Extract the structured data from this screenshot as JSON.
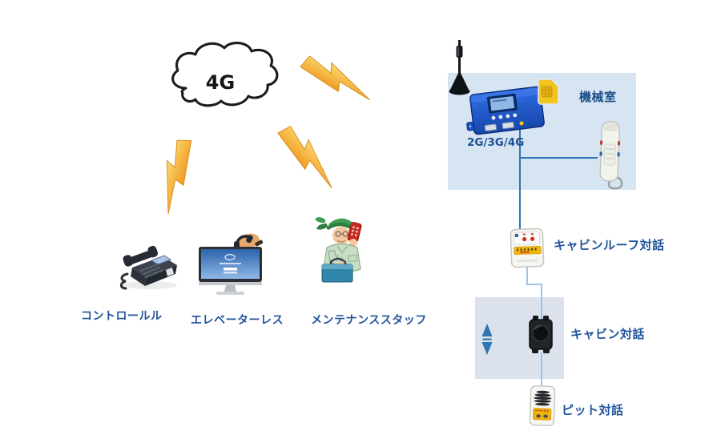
{
  "cloud": {
    "label": "4G"
  },
  "left_group": {
    "control_label": "コントロールル",
    "monitor_label": "エレベーターレス",
    "staff_label": "メンテナンススタッフ"
  },
  "machine_room": {
    "room_label": "機械室",
    "network_label": "2G/3G/4G"
  },
  "shaft": {
    "cabin_roof_label": "キャビンルーフ対話",
    "cabin_label": "キャビン対話",
    "pit_label": "ピット対話"
  },
  "icons": [
    "network-cloud",
    "lightning-bolt-icon",
    "antenna-icon",
    "gsm-gateway-device",
    "sim-card-icon",
    "wall-handset-device",
    "cabin-roof-intercom-device",
    "elevator-direction-arrows-icon",
    "cabin-intercom-device",
    "pit-intercom-device",
    "desk-phone-icon",
    "monitor-icon",
    "maintenance-staff-icon"
  ],
  "colors": {
    "label_text": "#21539b",
    "machine_room_panel": "#d7e5f2",
    "shaft_panel": "#dbe2eb",
    "connection_line": "#2e75b6",
    "connection_line_light": "#9dc3e6",
    "bolt_start": "#ef9b24",
    "bolt_end": "#fdd96f",
    "device_blue": "#1d52c8",
    "sim_yellow": "#f2c51d"
  }
}
